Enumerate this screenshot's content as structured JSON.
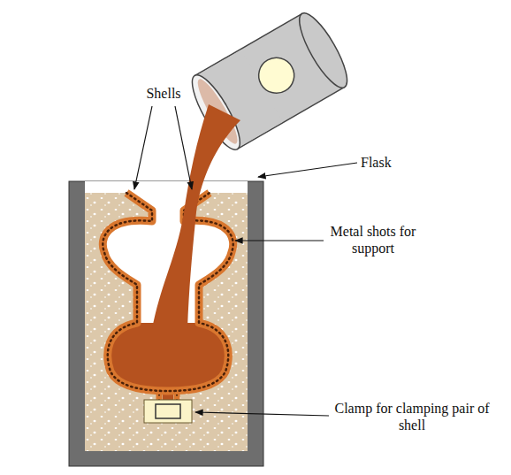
{
  "diagram": {
    "labels": [
      "Shells",
      "Flask",
      "Metal shots for support",
      "Clamp for clamping pair of shell"
    ]
  }
}
